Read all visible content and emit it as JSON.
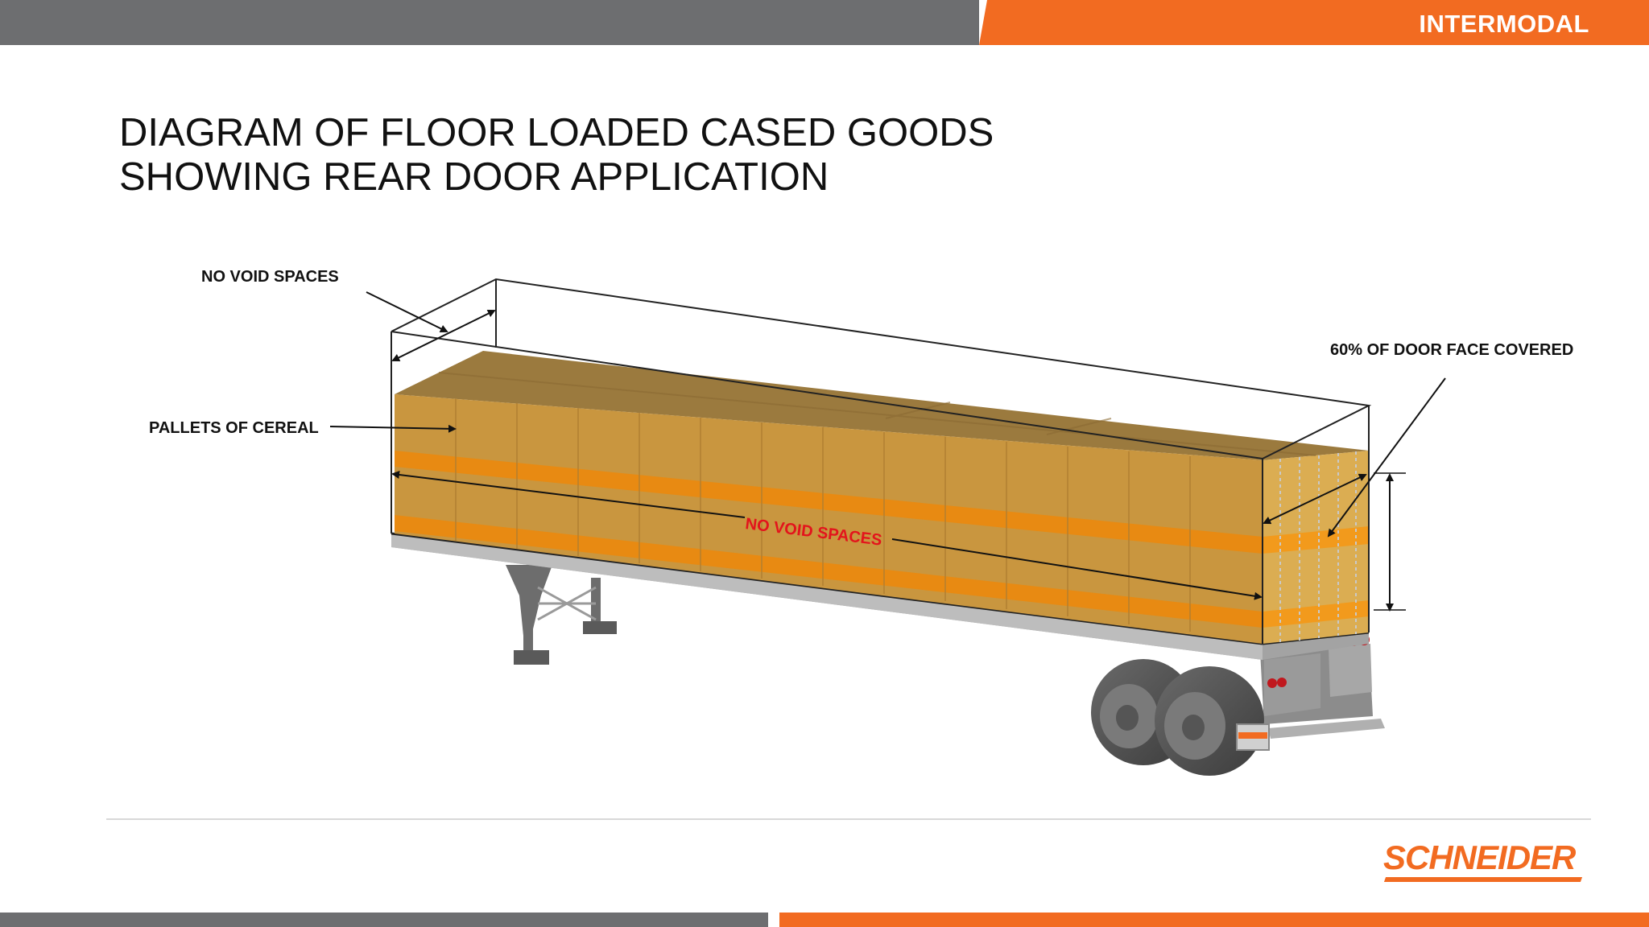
{
  "header": {
    "banner": "INTERMODAL"
  },
  "title": {
    "line1": "DIAGRAM OF FLOOR LOADED CASED GOODS",
    "line2": "SHOWING REAR DOOR APPLICATION"
  },
  "labels": {
    "no_void_top": "NO VOID SPACES",
    "pallets": "PALLETS OF CEREAL",
    "door_face": "60% OF DOOR FACE COVERED",
    "no_void_center": "NO VOID SPACES"
  },
  "footer": {
    "brand": "SCHNEIDER"
  },
  "colors": {
    "banner_grey": "#6d6e70",
    "banner_orange": "#f26b21",
    "cargo": "#c9963f",
    "cargo_stripe": "#e88a12",
    "alert_red": "#e3141c"
  }
}
